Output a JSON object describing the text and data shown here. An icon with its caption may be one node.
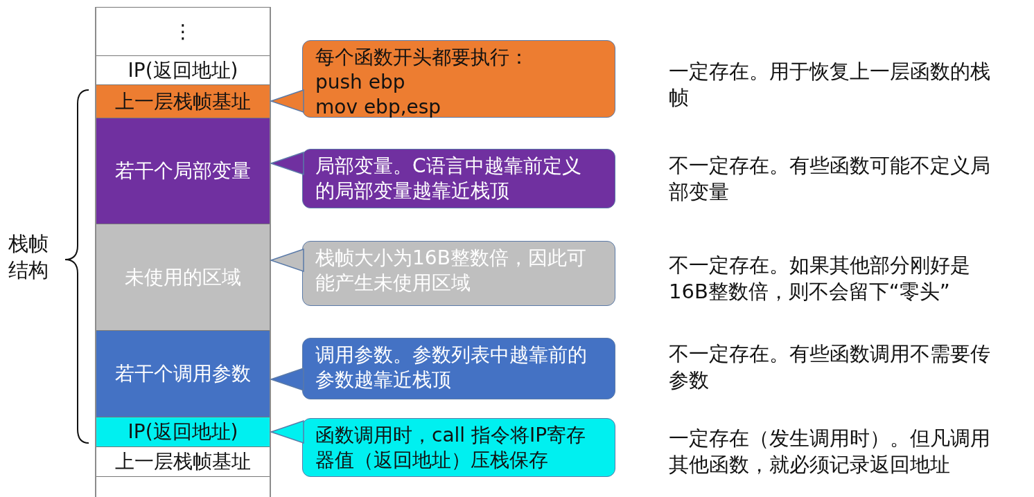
{
  "diagram": {
    "nodes": [
      {
        "text": [
          "⋮"
        ]
      },
      {
        "text": [
          "IP(返回地址)"
        ]
      },
      {
        "text": [
          "上一层栈帧基址"
        ]
      },
      {
        "text": [
          "若干个局部变量"
        ]
      },
      {
        "text": [
          "未使用的区域"
        ]
      },
      {
        "text": [
          "若干个调用参数"
        ]
      },
      {
        "text": [
          "IP(返回地址)"
        ]
      },
      {
        "text": [
          "上一层栈帧基址"
        ]
      },
      {
        "text": [],
        "shape": "box"
      },
      {
        "text": [
          "每个函数开头都要执行：",
          "push ebp",
          "mov ebp,esp"
        ]
      },
      {
        "text": [
          "局部变量。C语言中越靠前定义的局部变量越靠近栈顶"
        ]
      },
      {
        "text": [
          "栈帧大小为16B整数倍，因此可能产生未使用区域"
        ]
      },
      {
        "text": [
          "调用参数。参数列表中越靠前的参数越靠近栈顶"
        ]
      },
      {
        "text": [
          "函数调用时，call 指令将IP寄存器值（返回地址）压栈保存"
        ]
      }
    ],
    "edges": [
      {
        "from": 9,
        "to": 2,
        "arrow": "to"
      },
      {
        "from": 10,
        "to": 3,
        "arrow": "to"
      },
      {
        "from": 11,
        "to": 4,
        "arrow": "to"
      },
      {
        "from": 12,
        "to": 5,
        "arrow": "to"
      },
      {
        "from": 13,
        "to": 6,
        "arrow": "to"
      }
    ],
    "labels": [
      "栈帧结构",
      "一定存在。用于恢复上一层函数的栈帧",
      "不一定存在。有些函数可能不定义局部变量",
      "不一定存在。如果其他部分刚好是16B整数倍，则不会留下“零头”",
      "不一定存在。有些函数调用不需要传参数",
      "一定存在（发生调用时）。但凡调用其他函数，就必须记录返回地址"
    ]
  }
}
